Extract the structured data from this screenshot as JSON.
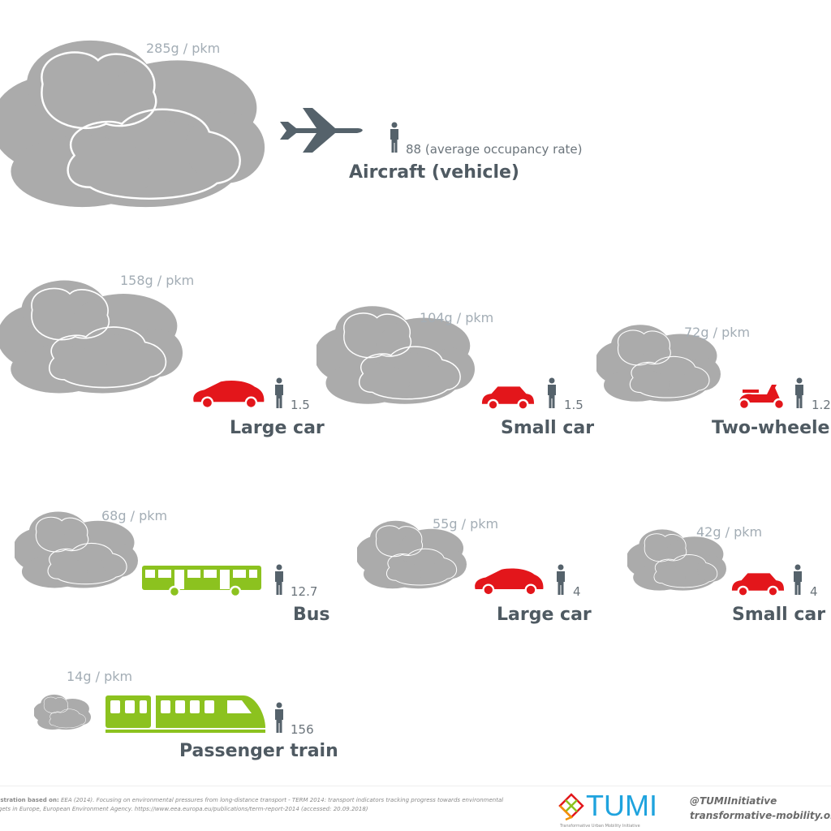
{
  "colors": {
    "cloud": "#ababab",
    "car": "#e3161b",
    "bus_train": "#8cc21f",
    "plane": "#55626b",
    "person": "#55626b",
    "tumi": "#1fa3de"
  },
  "items": [
    {
      "emission": "285g / pkm",
      "occupancy": "88 (average occupancy rate)",
      "label": "Aircraft (vehicle)",
      "icon": "airplane-icon"
    },
    {
      "emission": "158g / pkm",
      "occupancy": "1.5",
      "label": "Large car",
      "icon": "car-icon"
    },
    {
      "emission": "104g / pkm",
      "occupancy": "1.5",
      "label": "Small car",
      "icon": "small-car-icon"
    },
    {
      "emission": "72g / pkm",
      "occupancy": "1.2",
      "label": "Two-wheeler",
      "icon": "scooter-icon"
    },
    {
      "emission": "68g / pkm",
      "occupancy": "12.7",
      "label": "Bus",
      "icon": "bus-icon"
    },
    {
      "emission": "55g / pkm",
      "occupancy": "4",
      "label": "Large car",
      "icon": "car-icon"
    },
    {
      "emission": "42g / pkm",
      "occupancy": "4",
      "label": "Small car",
      "icon": "small-car-icon"
    },
    {
      "emission": "14g / pkm",
      "occupancy": "156",
      "label": "Passenger train",
      "icon": "train-icon"
    }
  ],
  "footer": {
    "source_label": "Illustration based on:",
    "source_line1": "EEA (2014). Focusing on environmental pressures from long-distance transport - TERM 2014: transport indicators tracking progress towards environmental",
    "source_line2": "targets in Europe, European Environment Agency. https://www.eea.europa.eu/publications/term-report-2014 (accessed: 20.09.2018)",
    "logo_text": "TUMI",
    "logo_subtitle": "Transformative Urban Mobility Initiative",
    "handle": "@TUMIInitiative",
    "website": "transformative-mobility.org"
  }
}
